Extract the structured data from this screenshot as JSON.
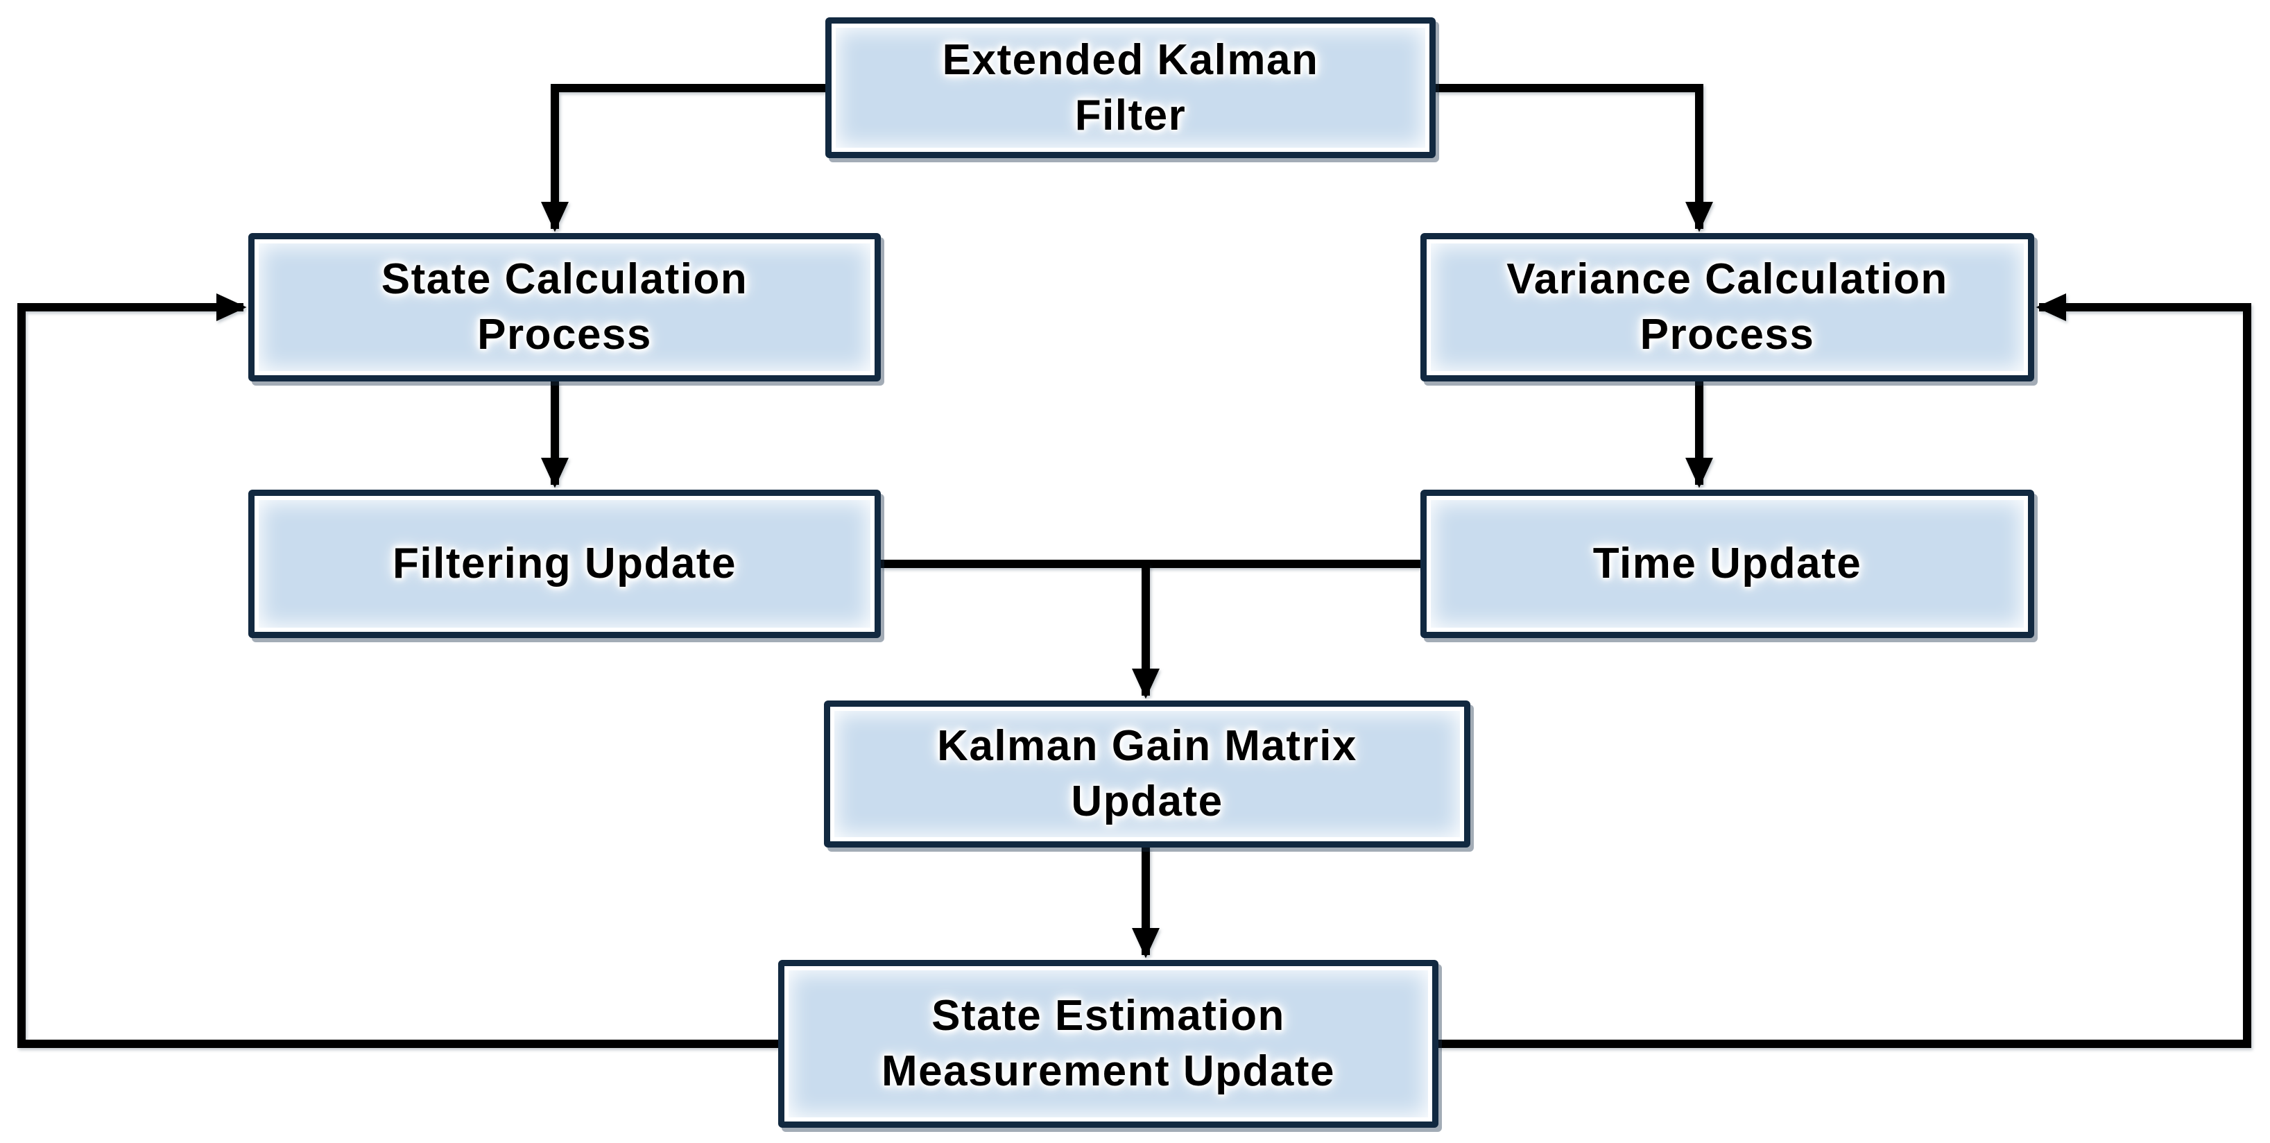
{
  "diagram": {
    "title": "Extended Kalman Filter block diagram",
    "nodes": {
      "ekf": {
        "label": "Extended Kalman Filter",
        "line1": "Extended Kalman",
        "line2": "Filter"
      },
      "state_calc": {
        "label": "State Calculation Process",
        "line1": "State Calculation",
        "line2": "Process"
      },
      "variance_calc": {
        "label": "Variance Calculation Process",
        "line1": "Variance Calculation",
        "line2": "Process"
      },
      "filtering": {
        "label": "Filtering Update",
        "line1": "Filtering Update",
        "line2": ""
      },
      "time": {
        "label": "Time Update",
        "line1": "Time Update",
        "line2": ""
      },
      "kalman_gain": {
        "label": "Kalman Gain Matrix Update",
        "line1": "Kalman Gain Matrix",
        "line2": "Update"
      },
      "state_est": {
        "label": "State Estimation Measurement Update",
        "line1": "State Estimation",
        "line2": "Measurement Update"
      }
    },
    "edges": [
      {
        "from": "Extended Kalman Filter",
        "to": "State Calculation Process",
        "type": "arrow"
      },
      {
        "from": "Extended Kalman Filter",
        "to": "Variance Calculation Process",
        "type": "arrow"
      },
      {
        "from": "State Calculation Process",
        "to": "Filtering Update",
        "type": "arrow"
      },
      {
        "from": "Variance Calculation Process",
        "to": "Time Update",
        "type": "arrow"
      },
      {
        "from": "Filtering Update",
        "to": "Kalman Gain Matrix Update",
        "type": "arrow"
      },
      {
        "from": "Time Update",
        "to": "Kalman Gain Matrix Update",
        "type": "arrow"
      },
      {
        "from": "Kalman Gain Matrix Update",
        "to": "State Estimation Measurement Update",
        "type": "arrow"
      },
      {
        "from": "State Estimation Measurement Update",
        "to": "State Calculation Process",
        "type": "feedback-arrow"
      },
      {
        "from": "State Estimation Measurement Update",
        "to": "Variance Calculation Process",
        "type": "feedback-arrow"
      }
    ]
  },
  "colors": {
    "node-fill": "#c9dcee",
    "node-border": "#122940",
    "connector": "#000000",
    "text": "#000000",
    "background": "#ffffff"
  }
}
